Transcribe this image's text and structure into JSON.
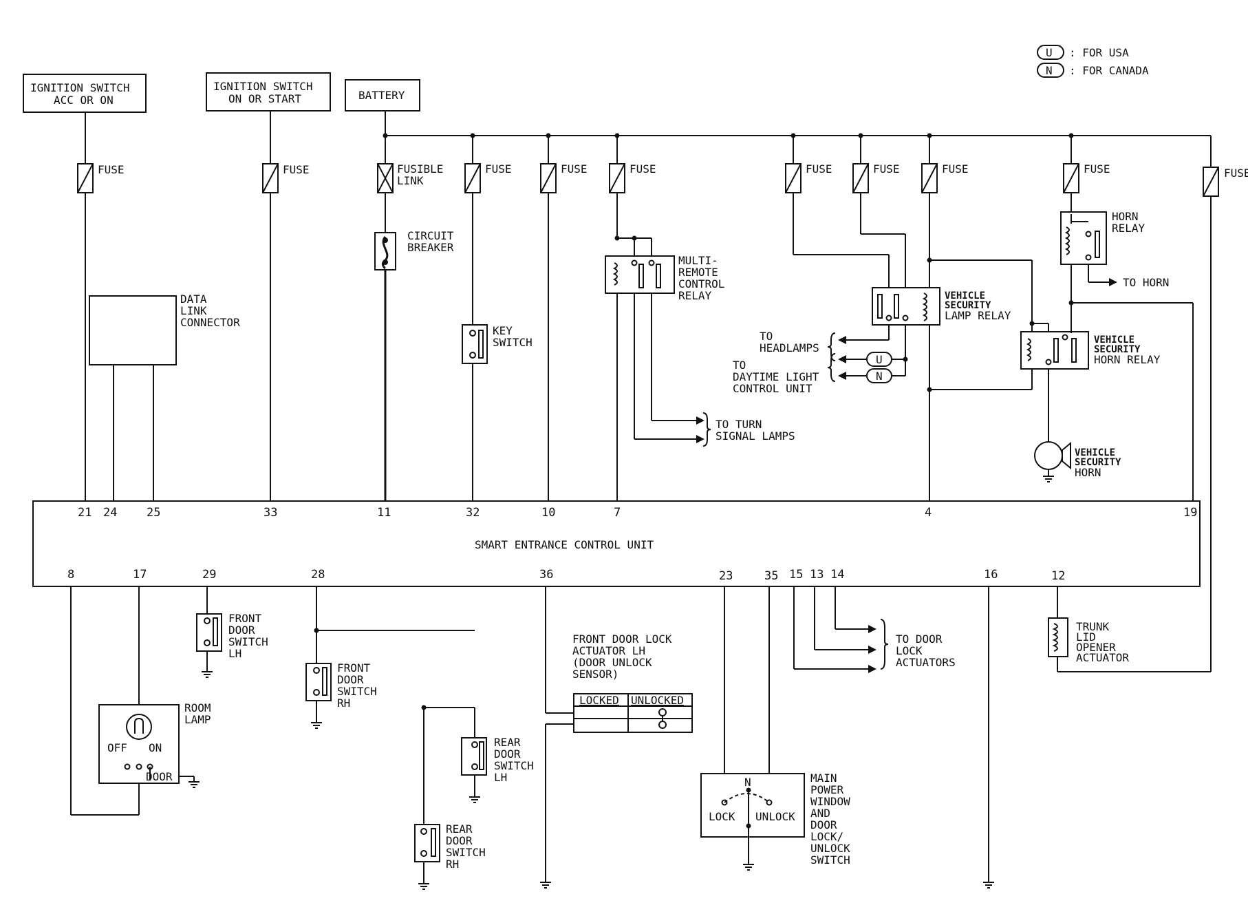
{
  "legend": {
    "u_symbol": "U",
    "u_text": ": FOR USA",
    "n_symbol": "N",
    "n_text": ": FOR CANADA"
  },
  "sources": {
    "ign_acc_1": "IGNITION SWITCH",
    "ign_acc_2": "ACC OR ON",
    "ign_start_1": "IGNITION SWITCH",
    "ign_start_2": "ON OR START",
    "battery": "BATTERY"
  },
  "fuses": {
    "fuse": "FUSE",
    "fusible_1": "FUSIBLE",
    "fusible_2": "LINK"
  },
  "components": {
    "breaker_1": "CIRCUIT",
    "breaker_2": "BREAKER",
    "dlc_1": "DATA",
    "dlc_2": "LINK",
    "dlc_3": "CONNECTOR",
    "key_1": "KEY",
    "key_2": "SWITCH",
    "multi_1": "MULTI-",
    "multi_2": "REMOTE",
    "multi_3": "CONTROL",
    "multi_4": "RELAY",
    "turn_1": "TO TURN",
    "turn_2": "SIGNAL LAMPS",
    "lamp_relay_1": "VEHICLE",
    "lamp_relay_2": "SECURITY",
    "lamp_relay_3": "LAMP RELAY",
    "headlamps_1": "TO",
    "headlamps_2": "HEADLAMPS",
    "daytime_1": "TO",
    "daytime_2": "DAYTIME LIGHT",
    "daytime_3": "CONTROL UNIT",
    "horn_relay_1": "HORN",
    "horn_relay_2": "RELAY",
    "to_horn": "TO HORN",
    "sec_horn_relay_1": "VEHICLE",
    "sec_horn_relay_2": "SECURITY",
    "sec_horn_relay_3": "HORN RELAY",
    "sec_horn_1": "VEHICLE",
    "sec_horn_2": "SECURITY",
    "sec_horn_3": "HORN",
    "control_unit": "SMART ENTRANCE CONTROL UNIT",
    "fdsw_lh_1": "FRONT",
    "fdsw_lh_2": "DOOR",
    "fdsw_lh_3": "SWITCH",
    "fdsw_lh_4": "LH",
    "fdsw_rh_1": "FRONT",
    "fdsw_rh_2": "DOOR",
    "fdsw_rh_3": "SWITCH",
    "fdsw_rh_4": "RH",
    "rdsw_lh_1": "REAR",
    "rdsw_lh_2": "DOOR",
    "rdsw_lh_3": "SWITCH",
    "rdsw_lh_4": "LH",
    "rdsw_rh_1": "REAR",
    "rdsw_rh_2": "DOOR",
    "rdsw_rh_3": "SWITCH",
    "rdsw_rh_4": "RH",
    "room_1": "ROOM",
    "room_2": "LAMP",
    "room_off": "OFF",
    "room_on": "ON",
    "room_door": "DOOR",
    "actuator_1": "FRONT DOOR LOCK",
    "actuator_2": "ACTUATOR LH",
    "actuator_3": "(DOOR UNLOCK",
    "actuator_4": "SENSOR)",
    "locked": "LOCKED",
    "unlocked": "UNLOCKED",
    "door_act_1": "TO DOOR",
    "door_act_2": "LOCK",
    "door_act_3": "ACTUATORS",
    "pw_1": "MAIN",
    "pw_2": "POWER",
    "pw_3": "WINDOW",
    "pw_4": "AND",
    "pw_5": "DOOR",
    "pw_6": "LOCK/",
    "pw_7": "UNLOCK",
    "pw_8": "SWITCH",
    "pw_n": "N",
    "pw_lock": "LOCK",
    "pw_unlock": "UNLOCK",
    "trunk_1": "TRUNK",
    "trunk_2": "LID",
    "trunk_3": "OPENER",
    "trunk_4": "ACTUATOR"
  },
  "pins": {
    "p21": "21",
    "p24": "24",
    "p25": "25",
    "p33": "33",
    "p11": "11",
    "p32": "32",
    "p10": "10",
    "p7": "7",
    "p4": "4",
    "p19": "19",
    "p8": "8",
    "p17": "17",
    "p29": "29",
    "p28": "28",
    "p36": "36",
    "p23": "23",
    "p35": "35",
    "p15": "15",
    "p13": "13",
    "p14": "14",
    "p16": "16",
    "p12": "12"
  }
}
